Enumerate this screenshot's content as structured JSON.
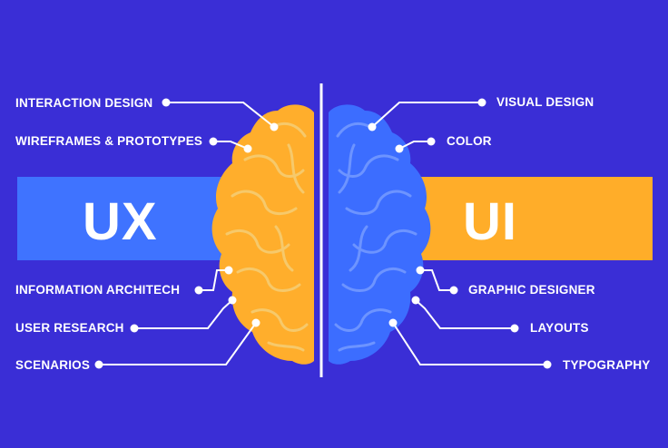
{
  "ux_label": "UX",
  "ui_label": "UI",
  "left_items": [
    "INTERACTION DESIGN",
    "WIREFRAMES & PROTOTYPES",
    "INFORMATION ARCHITECH",
    "USER RESEARCH",
    "SCENARIOS"
  ],
  "right_items": [
    "VISUAL DESIGN",
    "COLOR",
    "GRAPHIC DESIGNER",
    "LAYOUTS",
    "TYPOGRAPHY"
  ],
  "colors": {
    "background": "#3a2ed6",
    "ux_accent": "#3f73ff",
    "ui_accent": "#ffad29",
    "left_brain": "#ffae2c",
    "right_brain": "#3c6dff",
    "lines": "#ffffff"
  }
}
